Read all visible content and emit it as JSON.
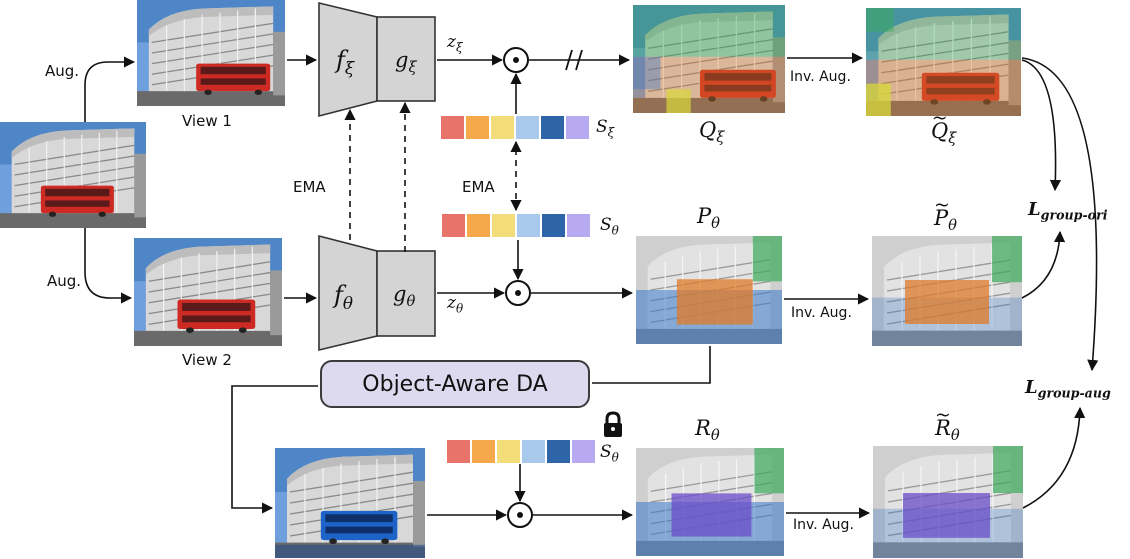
{
  "labels": {
    "aug_top": "Aug.",
    "aug_bottom": "Aug.",
    "view1": "View 1",
    "view2": "View 2",
    "ema_left": "EMA",
    "ema_mid": "EMA",
    "inv_aug_1": "Inv. Aug.",
    "inv_aug_2": "Inv. Aug.",
    "inv_aug_3": "Inv. Aug.",
    "object_aware_da": "Object-Aware DA"
  },
  "math": {
    "f_xi": "f",
    "f_xi_sub": "ξ",
    "g_xi": "g",
    "g_xi_sub": "ξ",
    "f_theta": "f",
    "f_theta_sub": "θ",
    "g_theta": "g",
    "g_theta_sub": "θ",
    "z_xi": "z",
    "z_xi_sub": "ξ",
    "z_theta": "z",
    "z_theta_sub": "θ",
    "s_xi": "S",
    "s_xi_sub": "ξ",
    "s_theta": "S",
    "s_theta_sub": "θ",
    "s_theta_locked": "S",
    "s_theta_locked_sub": "θ",
    "q_xi": "Q",
    "q_xi_sub": "ξ",
    "q_xi_tilde": "Q",
    "q_xi_tilde_sub": "ξ",
    "p_theta": "P",
    "p_theta_sub": "θ",
    "p_theta_tilde": "P",
    "p_theta_tilde_sub": "θ",
    "r_theta": "R",
    "r_theta_sub": "θ",
    "r_theta_tilde": "R",
    "r_theta_tilde_sub": "θ",
    "l_ori": "L",
    "l_ori_sub": "group-ori",
    "l_aug": "L",
    "l_aug_sub": "group-aug"
  },
  "colors": {
    "prototypes": [
      "#e8736a",
      "#f5a94a",
      "#f3dc7a",
      "#a8c8ec",
      "#2e65a8",
      "#b7aaf0"
    ],
    "box_fill": "#d4d4d4",
    "oada_fill": "#ddd9ee",
    "sky": "#4f86c8",
    "bus_red": "#cc2a22",
    "bus_blue": "#1e64c8",
    "overlay_green": "#3cab5a",
    "overlay_orange": "#e07a28",
    "overlay_blue": "#3a78c8",
    "overlay_purple": "#6a4cc8",
    "overlay_yellow": "#d8d83a"
  },
  "icons": {
    "lock": "lock-icon",
    "dot_product": "dot-product-icon",
    "stop_gradient": "stop-gradient-icon"
  }
}
